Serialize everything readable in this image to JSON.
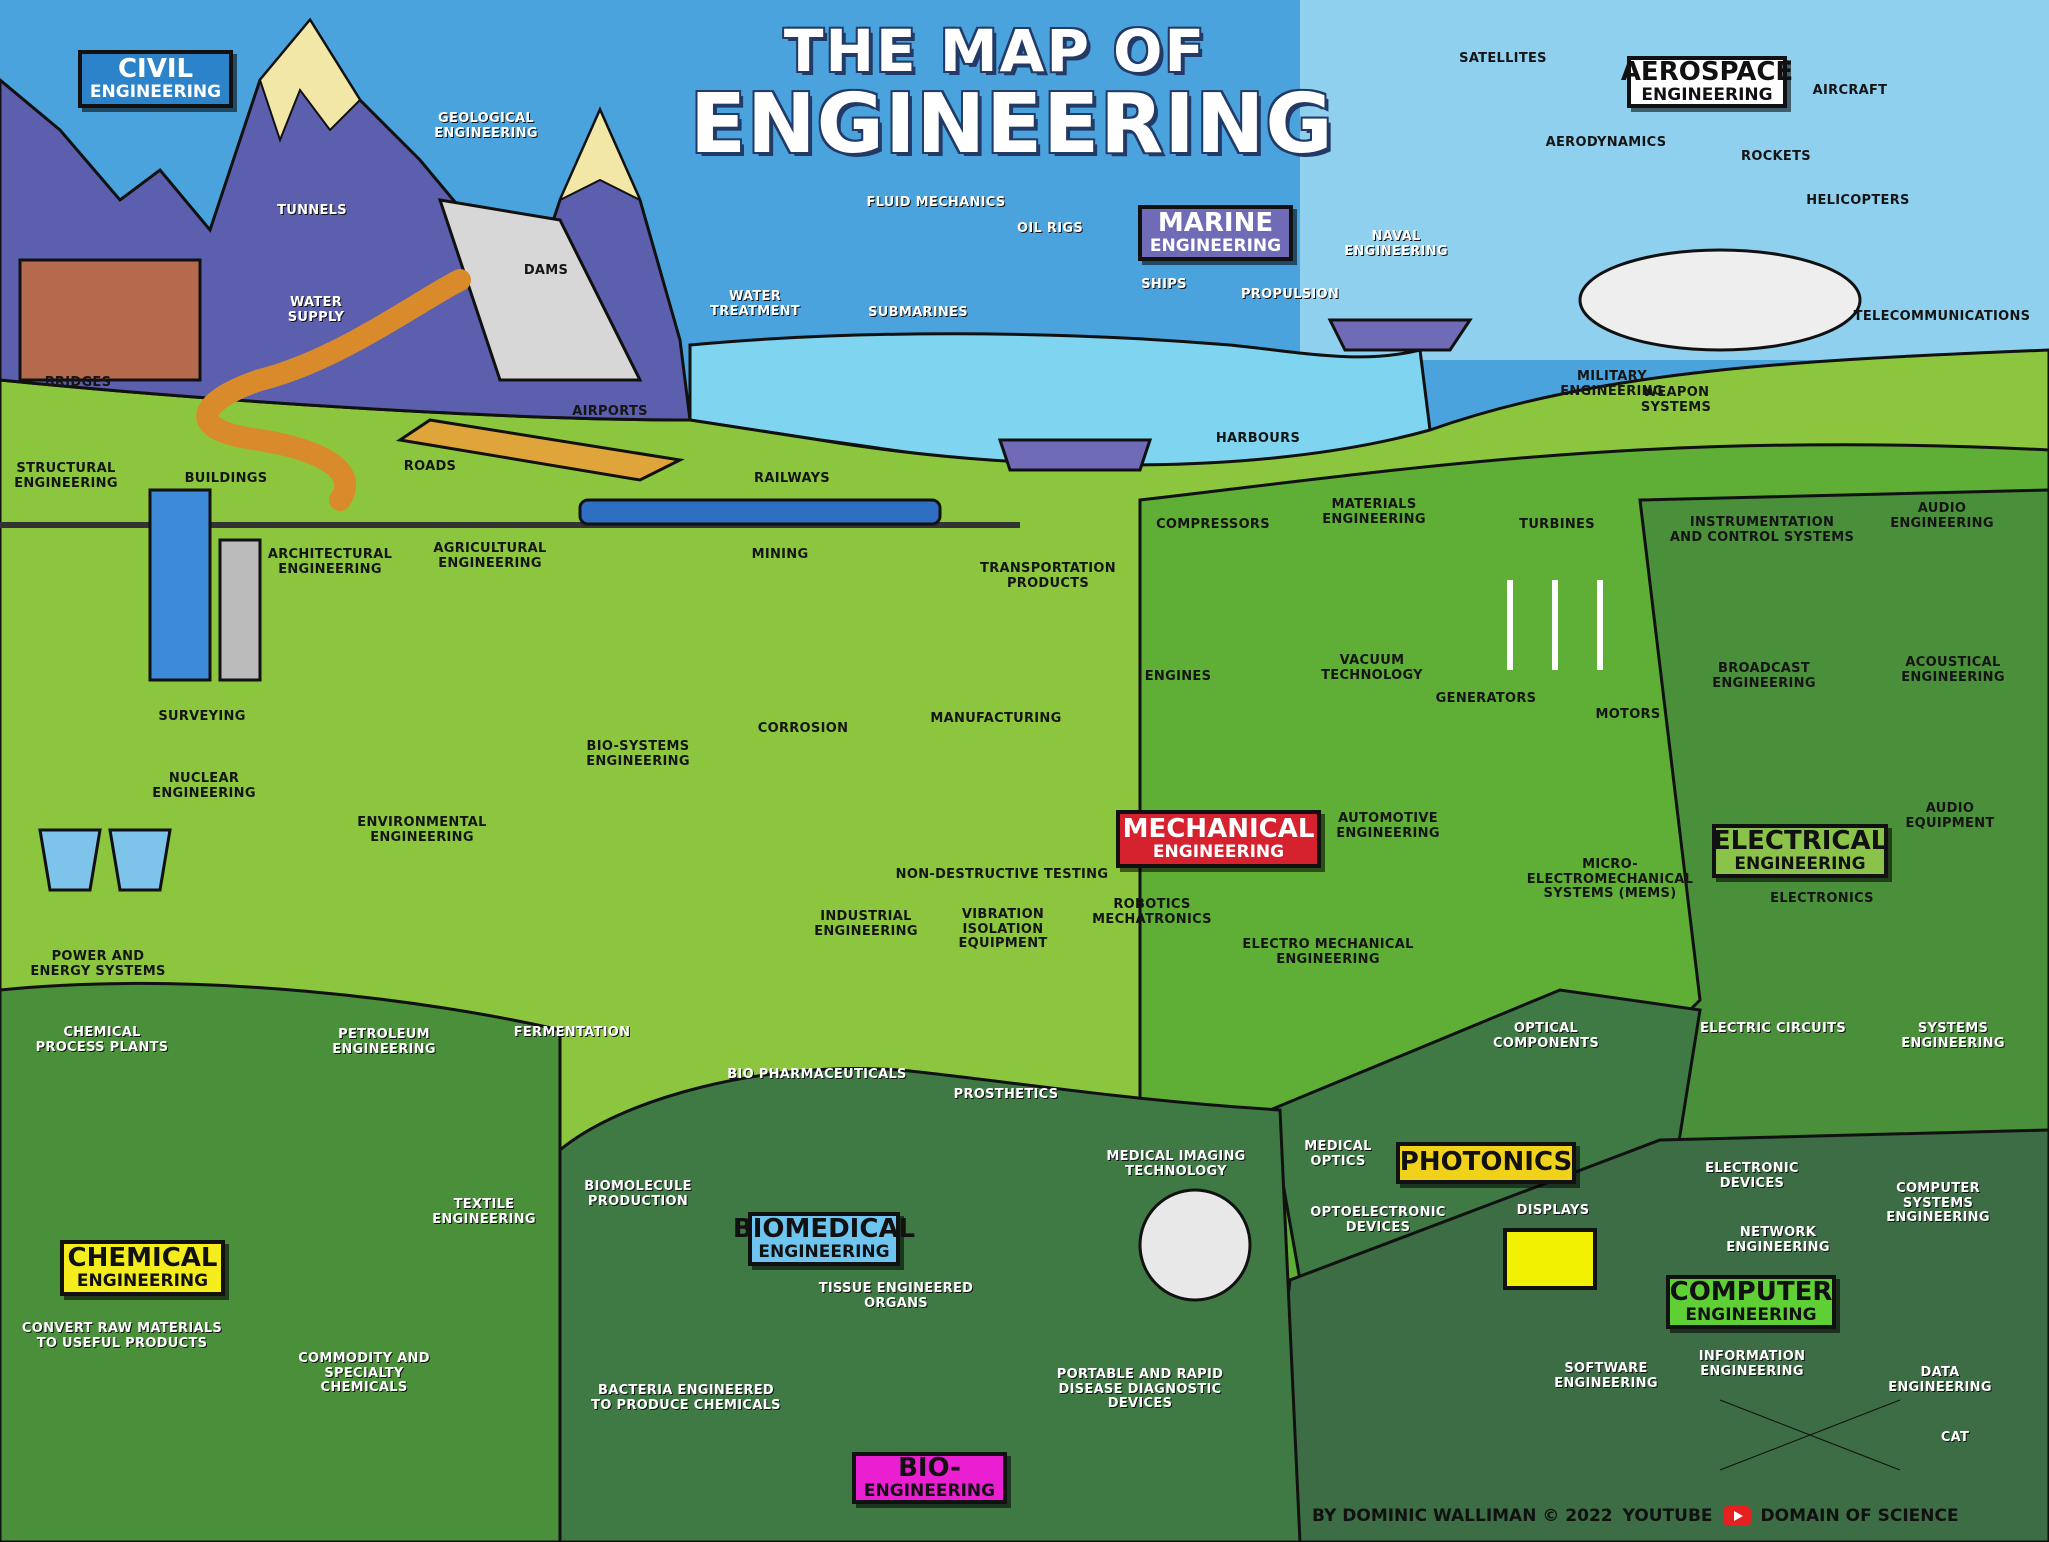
{
  "title": {
    "line1": "THE MAP OF",
    "line2": "ENGINEERING"
  },
  "credit": {
    "author": "BY DOMINIC WALLIMAN © 2022",
    "youtube": "YOUTUBE",
    "channel": "DOMAIN OF SCIENCE"
  },
  "colors": {
    "sky": "#4aa3dc",
    "sky_light": "#8fd0ef",
    "sea": "#7fd4ef",
    "land_light": "#8cc63f",
    "land_mid": "#5fae35",
    "land_dark": "#4a8f3a",
    "land_deep": "#3f7a45",
    "mountain": "#5b5fae",
    "mountain_snow": "#f3e7a8",
    "civil": "#2d83c9",
    "aerospace": "#ffffff",
    "marine": "#6f6bb6",
    "mechanical": "#d6212f",
    "electrical": "#8bc34a",
    "chemical": "#f5ec1c",
    "biomedical": "#6ec6f0",
    "bio": "#ea1fd2",
    "photonics": "#f1d21b",
    "computer": "#5fcf36"
  },
  "fields": [
    {
      "id": "civil",
      "line1": "CIVIL",
      "line2": "ENGINEERING"
    },
    {
      "id": "aerospace",
      "line1": "AEROSPACE",
      "line2": "ENGINEERING"
    },
    {
      "id": "marine",
      "line1": "MARINE",
      "line2": "ENGINEERING"
    },
    {
      "id": "mechanical",
      "line1": "MECHANICAL",
      "line2": "ENGINEERING"
    },
    {
      "id": "electrical",
      "line1": "ELECTRICAL",
      "line2": "ENGINEERING"
    },
    {
      "id": "chemical",
      "line1": "CHEMICAL",
      "line2": "ENGINEERING"
    },
    {
      "id": "biomedical",
      "line1": "BIOMEDICAL",
      "line2": "ENGINEERING"
    },
    {
      "id": "bio",
      "line1": "BIO-",
      "line2": "ENGINEERING"
    },
    {
      "id": "photonics",
      "line1": "PHOTONICS",
      "line2": ""
    },
    {
      "id": "computer",
      "line1": "COMPUTER",
      "line2": "ENGINEERING"
    }
  ],
  "labels": [
    {
      "id": "geological",
      "text": "GEOLOGICAL\nENGINEERING"
    },
    {
      "id": "tunnels",
      "text": "TUNNELS"
    },
    {
      "id": "dams",
      "text": "DAMS"
    },
    {
      "id": "water-supply",
      "text": "WATER\nSUPPLY"
    },
    {
      "id": "bridges",
      "text": "BRIDGES"
    },
    {
      "id": "water-treatment",
      "text": "WATER\nTREATMENT"
    },
    {
      "id": "airports",
      "text": "AIRPORTS"
    },
    {
      "id": "roads",
      "text": "ROADS"
    },
    {
      "id": "structural",
      "text": "STRUCTURAL\nENGINEERING"
    },
    {
      "id": "buildings",
      "text": "BUILDINGS"
    },
    {
      "id": "railways",
      "text": "RAILWAYS"
    },
    {
      "id": "architectural",
      "text": "ARCHITECTURAL\nENGINEERING"
    },
    {
      "id": "agricultural",
      "text": "AGRICULTURAL\nENGINEERING"
    },
    {
      "id": "mining",
      "text": "MINING"
    },
    {
      "id": "surveying",
      "text": "SURVEYING"
    },
    {
      "id": "nuclear",
      "text": "NUCLEAR\nENGINEERING"
    },
    {
      "id": "bio-systems",
      "text": "BIO-SYSTEMS\nENGINEERING"
    },
    {
      "id": "environmental",
      "text": "ENVIRONMENTAL\nENGINEERING"
    },
    {
      "id": "power-energy",
      "text": "POWER AND\nENERGY SYSTEMS"
    },
    {
      "id": "chemical-process",
      "text": "CHEMICAL\nPROCESS PLANTS"
    },
    {
      "id": "petroleum",
      "text": "PETROLEUM\nENGINEERING"
    },
    {
      "id": "fermentation",
      "text": "FERMENTATION"
    },
    {
      "id": "textile",
      "text": "TEXTILE\nENGINEERING"
    },
    {
      "id": "convert-raw",
      "text": "CONVERT RAW MATERIALS\nTO USEFUL PRODUCTS"
    },
    {
      "id": "commodity",
      "text": "COMMODITY AND\nSPECIALTY\nCHEMICALS"
    },
    {
      "id": "fluid-mechanics",
      "text": "FLUID MECHANICS"
    },
    {
      "id": "oil-rigs",
      "text": "OIL RIGS"
    },
    {
      "id": "submarines",
      "text": "SUBMARINES"
    },
    {
      "id": "ships",
      "text": "SHIPS"
    },
    {
      "id": "propulsion",
      "text": "PROPULSION"
    },
    {
      "id": "naval",
      "text": "NAVAL\nENGINEERING"
    },
    {
      "id": "harbours",
      "text": "HARBOURS"
    },
    {
      "id": "military",
      "text": "MILITARY\nENGINEERING"
    },
    {
      "id": "weapon",
      "text": "WEAPON\nSYSTEMS"
    },
    {
      "id": "satellites",
      "text": "SATELLITES"
    },
    {
      "id": "aircraft",
      "text": "AIRCRAFT"
    },
    {
      "id": "aerodynamics",
      "text": "AERODYNAMICS"
    },
    {
      "id": "rockets",
      "text": "ROCKETS"
    },
    {
      "id": "helicopters",
      "text": "HELICOPTERS"
    },
    {
      "id": "telecommunications",
      "text": "TELECOMMUNICATIONS"
    },
    {
      "id": "compressors",
      "text": "COMPRESSORS"
    },
    {
      "id": "materials",
      "text": "MATERIALS\nENGINEERING"
    },
    {
      "id": "turbines",
      "text": "TURBINES"
    },
    {
      "id": "transportation",
      "text": "TRANSPORTATION\nPRODUCTS"
    },
    {
      "id": "vacuum",
      "text": "VACUUM\nTECHNOLOGY"
    },
    {
      "id": "engines",
      "text": "ENGINES"
    },
    {
      "id": "generators",
      "text": "GENERATORS"
    },
    {
      "id": "motors",
      "text": "MOTORS"
    },
    {
      "id": "corrosion",
      "text": "CORROSION"
    },
    {
      "id": "manufacturing",
      "text": "MANUFACTURING"
    },
    {
      "id": "automotive",
      "text": "AUTOMOTIVE\nENGINEERING"
    },
    {
      "id": "non-destructive",
      "text": "NON-DESTRUCTIVE TESTING"
    },
    {
      "id": "industrial",
      "text": "INDUSTRIAL\nENGINEERING"
    },
    {
      "id": "vibration",
      "text": "VIBRATION\nISOLATION\nEQUIPMENT"
    },
    {
      "id": "robotics",
      "text": "ROBOTICS\nMECHATRONICS"
    },
    {
      "id": "electro-mechanical",
      "text": "ELECTRO MECHANICAL\nENGINEERING"
    },
    {
      "id": "mems",
      "text": "MICRO-\nELECTROMECHANICAL\nSYSTEMS (MEMS)"
    },
    {
      "id": "instrumentation",
      "text": "INSTRUMENTATION\nAND CONTROL SYSTEMS"
    },
    {
      "id": "audio-engineering",
      "text": "AUDIO\nENGINEERING"
    },
    {
      "id": "broadcast",
      "text": "BROADCAST\nENGINEERING"
    },
    {
      "id": "acoustical",
      "text": "ACOUSTICAL\nENGINEERING"
    },
    {
      "id": "audio-equipment",
      "text": "AUDIO\nEQUIPMENT"
    },
    {
      "id": "electronics",
      "text": "ELECTRONICS"
    },
    {
      "id": "electric-circuits",
      "text": "ELECTRIC CIRCUITS"
    },
    {
      "id": "systems",
      "text": "SYSTEMS\nENGINEERING"
    },
    {
      "id": "optical",
      "text": "OPTICAL\nCOMPONENTS"
    },
    {
      "id": "medical-optics",
      "text": "MEDICAL\nOPTICS"
    },
    {
      "id": "optoelectronic",
      "text": "OPTOELECTRONIC\nDEVICES"
    },
    {
      "id": "displays",
      "text": "DISPLAYS"
    },
    {
      "id": "electronic-devices",
      "text": "ELECTRONIC\nDEVICES"
    },
    {
      "id": "network",
      "text": "NETWORK\nENGINEERING"
    },
    {
      "id": "computer-systems",
      "text": "COMPUTER SYSTEMS\nENGINEERING"
    },
    {
      "id": "software",
      "text": "SOFTWARE\nENGINEERING"
    },
    {
      "id": "information",
      "text": "INFORMATION\nENGINEERING"
    },
    {
      "id": "data",
      "text": "DATA\nENGINEERING"
    },
    {
      "id": "cat",
      "text": "CAT"
    },
    {
      "id": "bio-pharma",
      "text": "BIO PHARMACEUTICALS"
    },
    {
      "id": "prosthetics",
      "text": "PROSTHETICS"
    },
    {
      "id": "medical-imaging",
      "text": "MEDICAL IMAGING\nTECHNOLOGY"
    },
    {
      "id": "biomolecule",
      "text": "BIOMOLECULE\nPRODUCTION"
    },
    {
      "id": "tissue",
      "text": "TISSUE ENGINEERED\nORGANS"
    },
    {
      "id": "bacteria",
      "text": "BACTERIA ENGINEERED\nTO PRODUCE CHEMICALS"
    },
    {
      "id": "portable",
      "text": "PORTABLE AND RAPID\nDISEASE DIAGNOSTIC\nDEVICES"
    }
  ]
}
